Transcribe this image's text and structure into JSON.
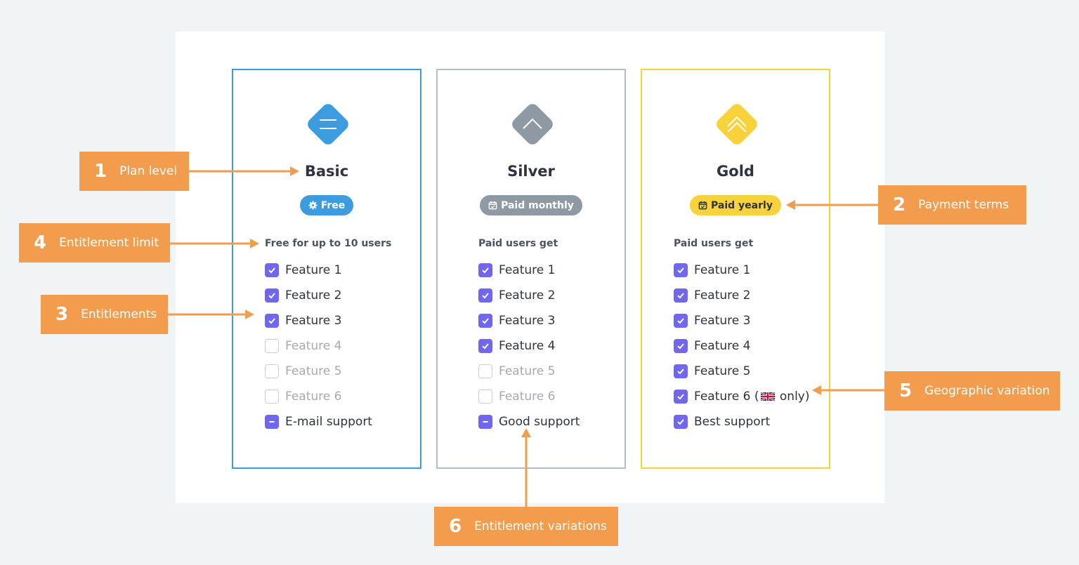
{
  "plans": [
    {
      "key": "basic",
      "name": "Basic",
      "badge": "Free",
      "badge_icon": "gear-icon",
      "color": "#3d9ce0",
      "emblem": "equals-icon",
      "subhead": "Free for up to 10 users",
      "features": [
        {
          "label": "Feature 1",
          "state": "checked"
        },
        {
          "label": "Feature 2",
          "state": "checked"
        },
        {
          "label": "Feature 3",
          "state": "checked"
        },
        {
          "label": "Feature 4",
          "state": "unchecked"
        },
        {
          "label": "Feature 5",
          "state": "unchecked"
        },
        {
          "label": "Feature 6",
          "state": "unchecked"
        },
        {
          "label": "E-mail support",
          "state": "partial"
        }
      ]
    },
    {
      "key": "silver",
      "name": "Silver",
      "badge": "Paid monthly",
      "badge_icon": "calendar-icon",
      "color": "#8e99a4",
      "emblem": "chevron-up-icon",
      "subhead": "Paid users get",
      "features": [
        {
          "label": "Feature 1",
          "state": "checked"
        },
        {
          "label": "Feature 2",
          "state": "checked"
        },
        {
          "label": "Feature 3",
          "state": "checked"
        },
        {
          "label": "Feature 4",
          "state": "checked"
        },
        {
          "label": "Feature 5",
          "state": "unchecked"
        },
        {
          "label": "Feature 6",
          "state": "unchecked"
        },
        {
          "label": "Good support",
          "state": "partial"
        }
      ]
    },
    {
      "key": "gold",
      "name": "Gold",
      "badge": "Paid yearly",
      "badge_icon": "calendar-icon",
      "color": "#f7d23a",
      "emblem": "double-chevron-up-icon",
      "subhead": "Paid users get",
      "features": [
        {
          "label": "Feature 1",
          "state": "checked"
        },
        {
          "label": "Feature 2",
          "state": "checked"
        },
        {
          "label": "Feature 3",
          "state": "checked"
        },
        {
          "label": "Feature 4",
          "state": "checked"
        },
        {
          "label": "Feature 5",
          "state": "checked"
        },
        {
          "label": "Feature 6 (",
          "suffix": " only)",
          "flag": "uk-flag-icon",
          "state": "checked"
        },
        {
          "label": "Best support",
          "state": "checked"
        }
      ]
    }
  ],
  "callouts": [
    {
      "num": "1",
      "text": "Plan level"
    },
    {
      "num": "2",
      "text": "Payment terms"
    },
    {
      "num": "3",
      "text": "Entitlements"
    },
    {
      "num": "4",
      "text": "Entitlement limit"
    },
    {
      "num": "5",
      "text": "Geographic variation"
    },
    {
      "num": "6",
      "text": "Entitlement variations"
    }
  ],
  "colors": {
    "callout": "#f29c4d",
    "checkbox": "#7166ee",
    "background": "#f1f4f7"
  }
}
